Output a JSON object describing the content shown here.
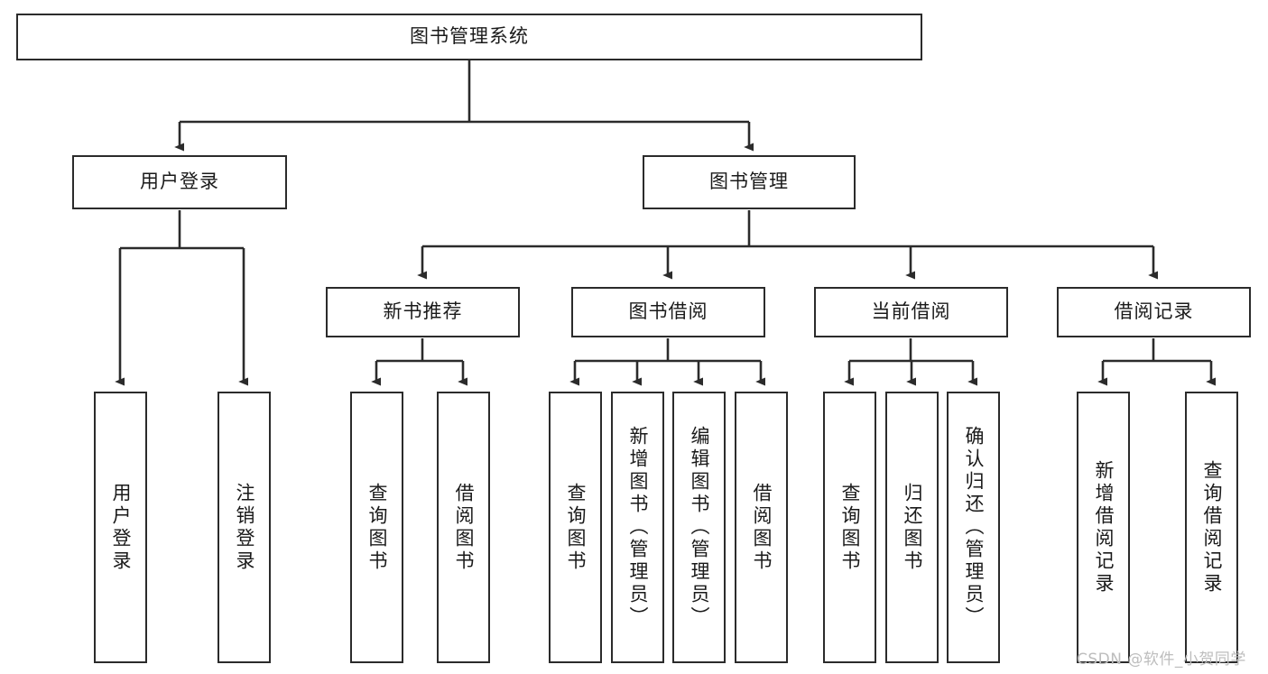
{
  "diagram": {
    "type": "tree-hierarchy-chart",
    "title": "图书管理系统",
    "orientation": "top-down",
    "colors": {
      "box_border": "#2b2b2b",
      "box_fill": "#ffffff",
      "connector": "#2b2b2b",
      "text": "#1a1a1a",
      "watermark": "#bdbdbd",
      "background": "#ffffff"
    },
    "root": {
      "label": "图书管理系统"
    },
    "level2": [
      {
        "label": "用户登录"
      },
      {
        "label": "图书管理"
      }
    ],
    "level3": [
      {
        "label": "新书推荐"
      },
      {
        "label": "图书借阅"
      },
      {
        "label": "当前借阅"
      },
      {
        "label": "借阅记录"
      }
    ],
    "leaves": {
      "user_login": [
        {
          "label": "用户登录"
        },
        {
          "label": "注销登录"
        }
      ],
      "new_book_recommend": [
        {
          "label": "查询图书"
        },
        {
          "label": "借阅图书"
        }
      ],
      "book_borrow": [
        {
          "label": "查询图书"
        },
        {
          "label": "新增图书（管理员）"
        },
        {
          "label": "编辑图书（管理员）"
        },
        {
          "label": "借阅图书"
        }
      ],
      "current_borrow": [
        {
          "label": "查询图书"
        },
        {
          "label": "归还图书"
        },
        {
          "label": "确认归还（管理员）"
        }
      ],
      "borrow_records": [
        {
          "label": "新增借阅记录"
        },
        {
          "label": "查询借阅记录"
        }
      ]
    }
  },
  "watermark": {
    "text": "CSDN @软件_小贺同学"
  }
}
